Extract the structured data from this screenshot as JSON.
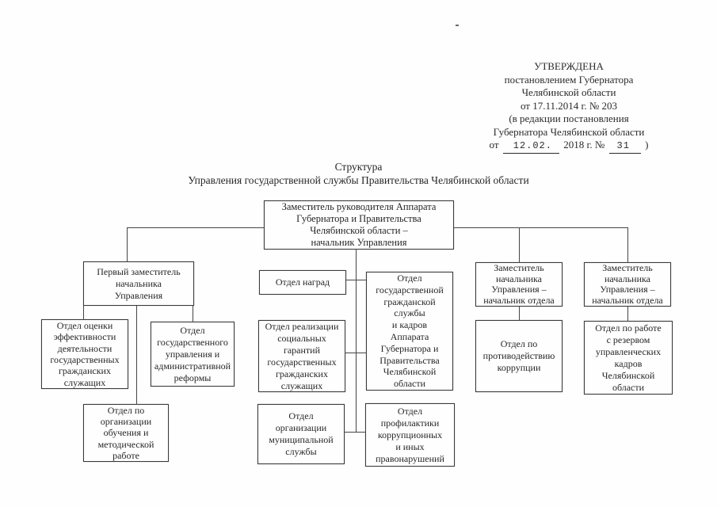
{
  "approval_block": {
    "lines": [
      "УТВЕРЖДЕНА",
      "постановлением Губернатора",
      "Челябинской области",
      "от 17.11.2014 г. № 203",
      "(в редакции постановления",
      "Губернатора Челябинской области"
    ],
    "amendment_line": {
      "prefix": "от",
      "date_value": "12.02.",
      "middle": "2018 г. №",
      "number_value": "31",
      "suffix": ")"
    }
  },
  "title": {
    "line1": "Структура",
    "line2": "Управления государственной службы Правительства Челябинской области"
  },
  "org_chart": {
    "nodes": {
      "head": "Заместитель руководителя Аппарата\nГубернатора и Правительства\nЧелябинской области –\nначальник Управления",
      "first_deputy": "Первый заместитель\nначальника\nУправления",
      "awards": "Отдел наград",
      "civil_service": "Отдел\nгосударственной\nгражданской\nслужбы\nи кадров\nАппарата\nГубернатора и\nПравительства\nЧелябинской\nобласти",
      "deputy_head_1": "Заместитель\nначальника\nУправления –\nначальник отдела",
      "deputy_head_2": "Заместитель\nначальника\nУправления –\nначальник отдела",
      "efficiency": "Отдел оценки\nэффективности\nдеятельности\nгосударственных\nгражданских\nслужащих",
      "state_admin": "Отдел\nгосударственного\nуправления и\nадминистративной\nреформы",
      "social": "Отдел реализации\nсоциальных\nгарантий\nгосударственных\nгражданских\nслужащих",
      "anticorruption": "Отдел по\nпротиводействию\nкоррупции",
      "reserve": "Отдел по работе\nс резервом\nуправленческих\nкадров\nЧелябинской\nобласти",
      "training": "Отдел по\nорганизации\nобучения и\nметодической\nработе",
      "municipal": "Отдел\nорганизации\nмуниципальной\nслужбы",
      "prevention": "Отдел\nпрофилактики\nкоррупционных\nи иных\nправонарушений"
    }
  }
}
